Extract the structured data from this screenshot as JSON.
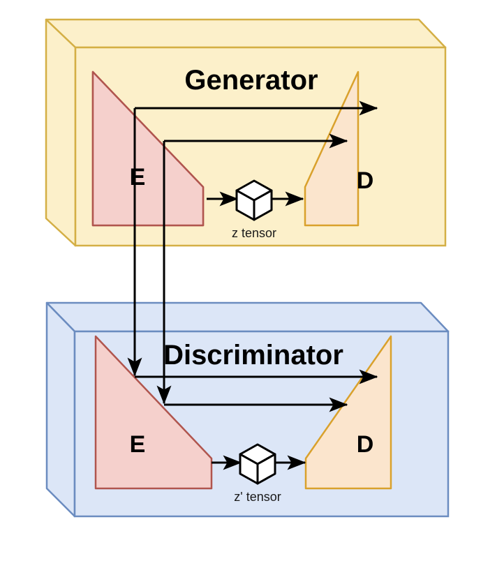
{
  "diagram": {
    "title_generator": "Generator",
    "title_discriminator": "Discriminator",
    "generator": {
      "encoder_label": "E",
      "decoder_label": "D",
      "tensor_label": "z tensor",
      "box_fill": "#FCF0CA",
      "box_stroke": "#D4AF45",
      "encoder_fill": "#F5D0CC",
      "encoder_stroke": "#B0554E",
      "decoder_fill": "#FBE5CD",
      "decoder_stroke": "#D9A12C"
    },
    "discriminator": {
      "encoder_label": "E",
      "decoder_label": "D",
      "tensor_label": "z' tensor",
      "box_fill": "#DCE6F7",
      "box_stroke": "#6B8CC0",
      "encoder_fill": "#F5D0CC",
      "encoder_stroke": "#B0554E",
      "decoder_fill": "#FBE5CD",
      "decoder_stroke": "#D9A12C"
    },
    "cube": {
      "fill": "#FFFFFF",
      "stroke": "#000000"
    },
    "arrow_color": "#000000"
  }
}
